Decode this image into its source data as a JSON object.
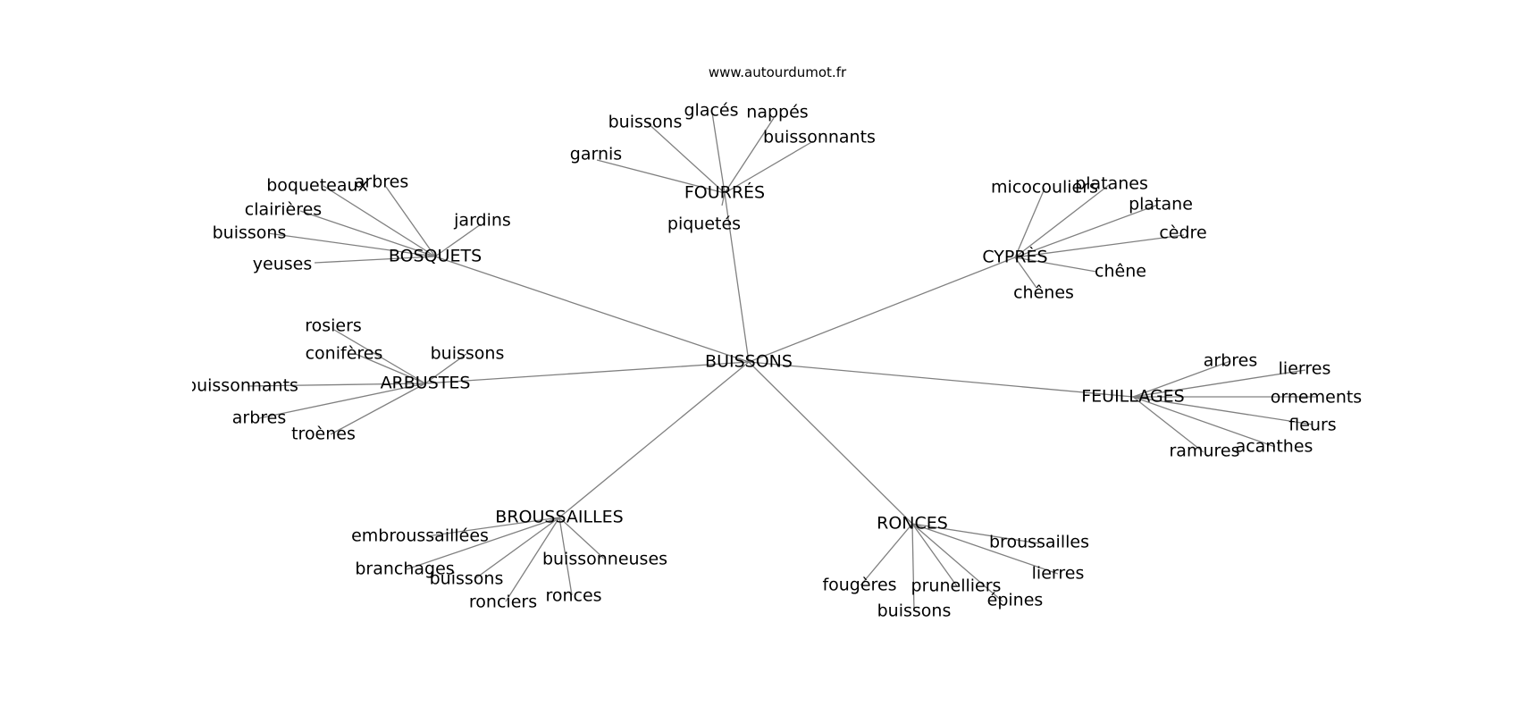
{
  "header": {
    "site": "www.autourdumot.fr"
  },
  "graph": {
    "center": "BUISSONS",
    "clusters": [
      {
        "hub": "FOURRÉS",
        "leaves": [
          "buissons",
          "glacés",
          "nappés",
          "buissonnants",
          "garnis",
          "piquetés"
        ]
      },
      {
        "hub": "BOSQUETS",
        "leaves": [
          "boqueteaux",
          "arbres",
          "clairières",
          "jardins",
          "buissons",
          "yeuses"
        ]
      },
      {
        "hub": "CYPRÈS",
        "leaves": [
          "micocouliers",
          "platanes",
          "platane",
          "cèdre",
          "chêne",
          "chênes"
        ]
      },
      {
        "hub": "ARBUSTES",
        "leaves": [
          "rosiers",
          "conifères",
          "buissons",
          "buissonnants",
          "arbres",
          "troènes"
        ]
      },
      {
        "hub": "FEUILLAGES",
        "leaves": [
          "arbres",
          "lierres",
          "ornements",
          "fleurs",
          "acanthes",
          "ramures"
        ]
      },
      {
        "hub": "BROUSSAILLES",
        "leaves": [
          "embroussaillées",
          "buissonneuses",
          "branchages",
          "buissons",
          "ronces",
          "ronciers"
        ]
      },
      {
        "hub": "RONCES",
        "leaves": [
          "broussailles",
          "lierres",
          "fougères",
          "prunelliers",
          "épines",
          "buissons"
        ]
      }
    ]
  }
}
